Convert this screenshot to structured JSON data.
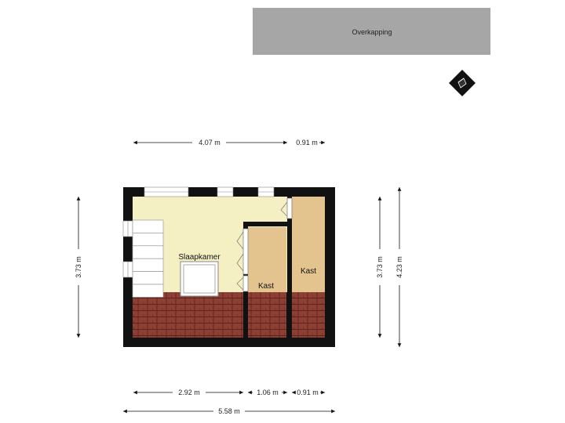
{
  "overkapping": {
    "label": "Overkapping",
    "fill": "#a6a6a6"
  },
  "rooms": {
    "slaapkamer": "Slaapkamer",
    "kast_left": "Kast",
    "kast_right": "Kast"
  },
  "dimensions": {
    "top_main": "4.07 m",
    "top_side": "0.91 m",
    "left_height": "3.73 m",
    "right_inner": "3.73 m",
    "right_outer": "4.23 m",
    "bottom_a": "2.92 m",
    "bottom_b": "1.06 m",
    "bottom_c": "0.91 m",
    "bottom_total": "5.58 m"
  },
  "colors": {
    "wall": "#111111",
    "floor": "#f4f0c4",
    "closet": "#e4c48e",
    "roof": "#8c3f32",
    "roof_line": "#5a241c"
  },
  "icons": {
    "compass": "compass-icon"
  }
}
